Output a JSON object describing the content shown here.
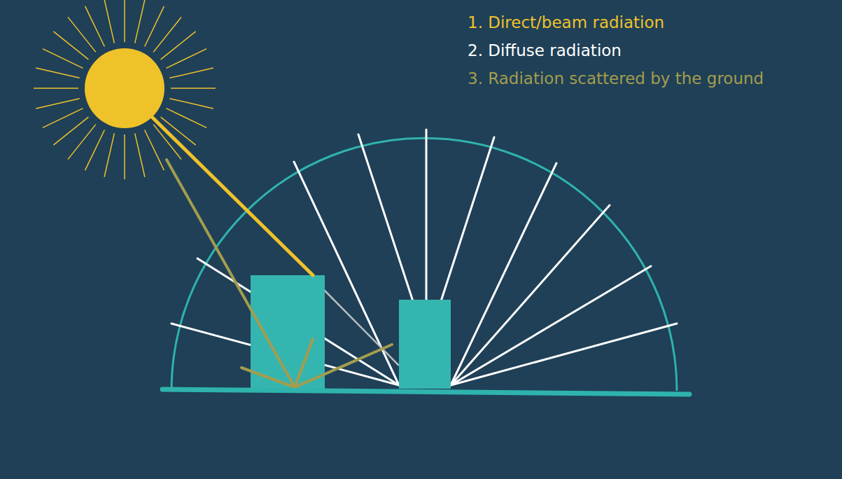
{
  "diagram": {
    "labels": [
      "1. Direct/beam radiation",
      "2. Diffuse radiation",
      "3. Radiation scattered by the ground"
    ]
  }
}
